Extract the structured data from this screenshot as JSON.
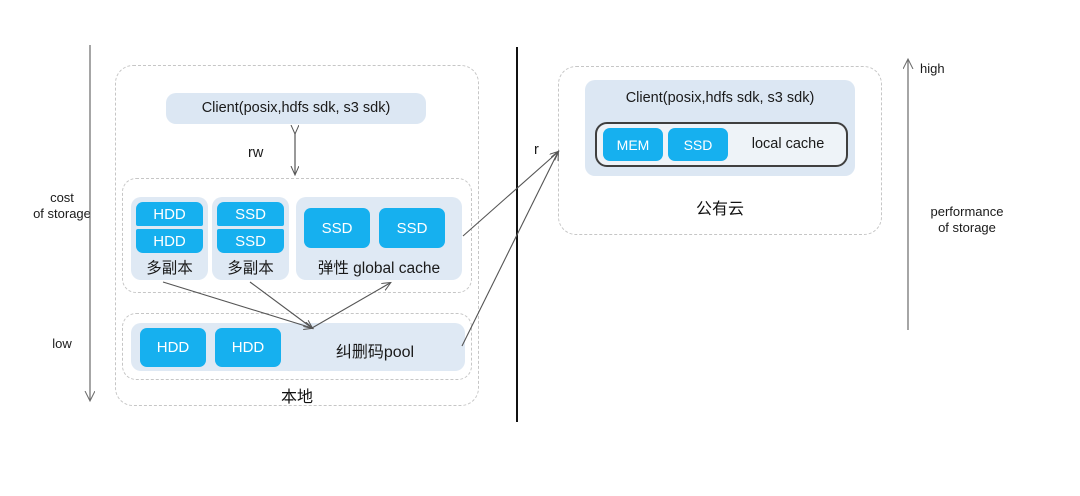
{
  "diagram": {
    "title": "Storage tiering: local vs public cloud",
    "colors": {
      "chip_blue": "#16b0ef",
      "panel_light_blue": "#dce7f3",
      "dashed_border": "#c6c6c6",
      "divider": "#111111",
      "outline_dark": "#3f3f3f",
      "text": "#1a1a1a"
    }
  },
  "left_axis": {
    "name": "cost-axis",
    "direction": "down",
    "top_label": "",
    "middle_label": "cost\nof storage",
    "bottom_label": "low"
  },
  "right_axis": {
    "name": "performance-axis",
    "direction": "up",
    "top_label": "high",
    "middle_label": "performance\nof storage"
  },
  "local": {
    "caption": "本地",
    "client": {
      "label": "Client(posix,hdfs sdk, s3 sdk)"
    },
    "rw_arrow_label": "rw",
    "tier_hot": {
      "groups": [
        {
          "name": "replica-hdd",
          "caption": "多副本",
          "chips": [
            "HDD",
            "HDD"
          ],
          "layout": "stacked"
        },
        {
          "name": "replica-ssd",
          "caption": "多副本",
          "chips": [
            "SSD",
            "SSD"
          ],
          "layout": "stacked"
        },
        {
          "name": "global-cache",
          "caption": "弹性 global cache",
          "chips": [
            "SSD",
            "SSD"
          ],
          "layout": "side-by-side"
        }
      ]
    },
    "tier_cold": {
      "name": "erasure-code-pool",
      "caption": "纠删码pool",
      "chips": [
        "HDD",
        "HDD"
      ]
    }
  },
  "cloud": {
    "caption": "公有云",
    "client": {
      "label": "Client(posix,hdfs sdk, s3 sdk)"
    },
    "local_cache": {
      "caption": "local cache",
      "chips": [
        "MEM",
        "SSD"
      ]
    }
  },
  "connections": {
    "read_arrow_label": "r"
  }
}
